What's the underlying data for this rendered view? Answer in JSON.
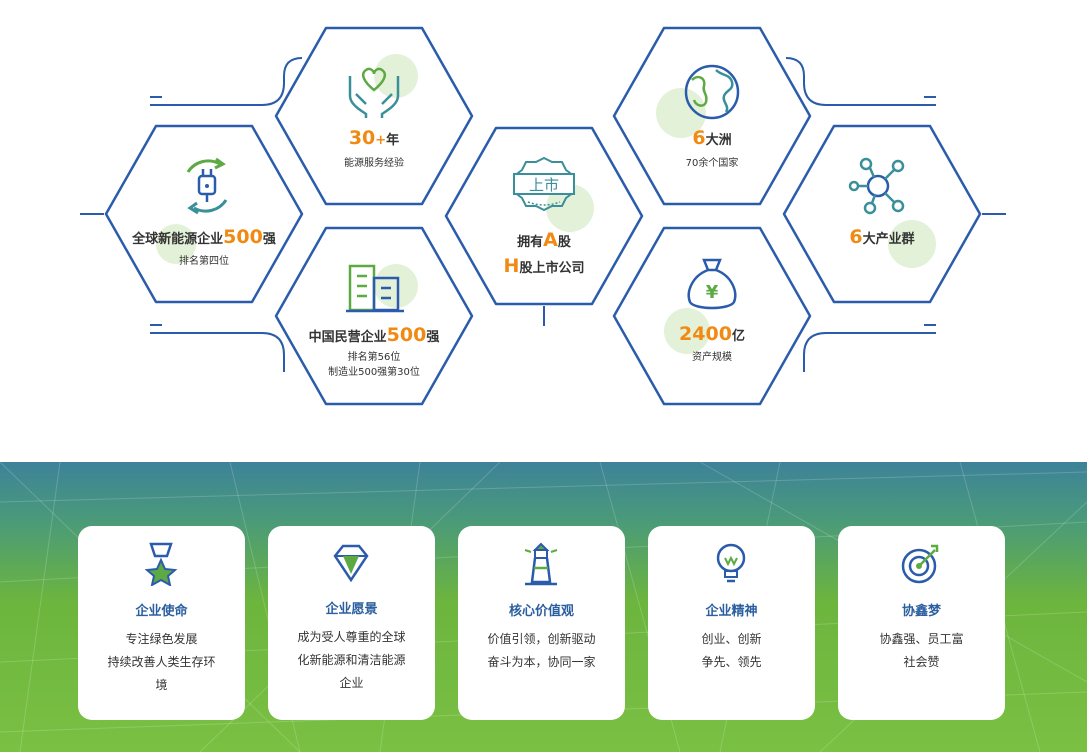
{
  "stats": {
    "exp": {
      "num": "30",
      "plus": "+",
      "unit": "年",
      "sub1": "能源服务经验"
    },
    "global500": {
      "pre": "全球新能源企业",
      "num": "500",
      "unit": "强",
      "sub1": "排名第四位"
    },
    "private500": {
      "pre": "中国民营企业",
      "num": "500",
      "unit": "强",
      "sub1": "排名第56位",
      "sub2": "制造业500强第30位"
    },
    "listed": {
      "pre1": "拥有",
      "letter1": "A",
      "post1": "股",
      "letter2": "H",
      "post2": "股上市公司",
      "icon_text": "上市"
    },
    "continents": {
      "num": "6",
      "unit": "大洲",
      "sub1": "70余个国家"
    },
    "assets": {
      "num": "2400",
      "unit": "亿",
      "sub1": "资产规模"
    },
    "industries": {
      "num": "6",
      "unit": "大产业群"
    }
  },
  "cards": [
    {
      "icon": "medal-icon",
      "title": "企业使命",
      "line1": "专注绿色发展",
      "line2": "持续改善人类生存环",
      "line3": "境"
    },
    {
      "icon": "diamond-icon",
      "title": "企业愿景",
      "line1": "成为受人尊重的全球",
      "line2": "化新能源和清洁能源",
      "line3": "企业"
    },
    {
      "icon": "lighthouse-icon",
      "title": "核心价值观",
      "line1": "价值引领，创新驱动",
      "line2": "奋斗为本，协同一家",
      "line3": ""
    },
    {
      "icon": "lightbulb-icon",
      "title": "企业精神",
      "line1": "创业、创新",
      "line2": "争先、领先",
      "line3": ""
    },
    {
      "icon": "target-icon",
      "title": "协鑫梦",
      "line1": "协鑫强、员工富",
      "line2": "社会赞",
      "line3": ""
    }
  ],
  "colors": {
    "hex_stroke": "#2b5cab",
    "accent_orange": "#f08a12",
    "title_blue": "#2c5f9f",
    "icon_green": "#5daa45"
  }
}
